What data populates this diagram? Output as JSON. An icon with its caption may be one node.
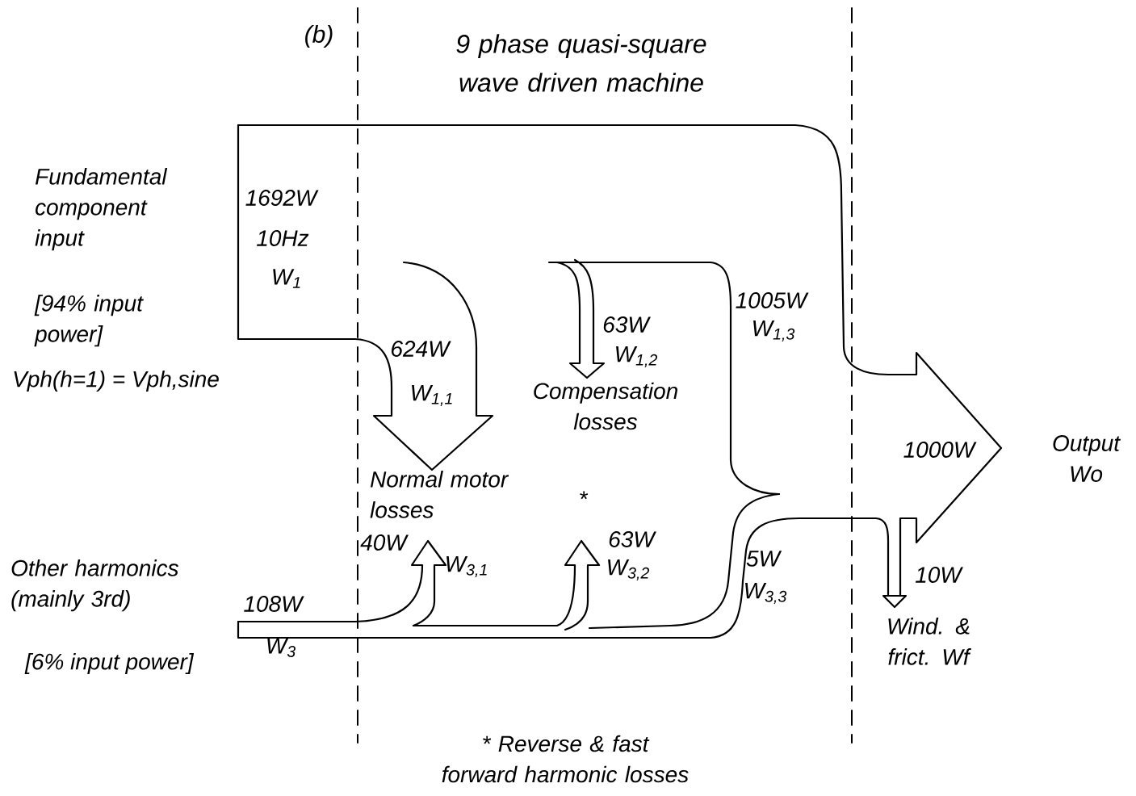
{
  "diagram": {
    "title": "9 phase quasi-square wave driven machine",
    "labels": [
      "(b)",
      "Fundamental component input",
      "1692W",
      "10Hz",
      "W$_{1}$",
      "[94% input power]",
      "624W",
      "63W",
      "W$_{1,2}$",
      "1005W",
      "W$_{1,3}$",
      "Vph(h=1) = Vph,sine",
      "W$_{1,1}$",
      "Compensation losses",
      "1000W",
      "Output Wo",
      "Normal motor losses",
      "*",
      "40W",
      "W$_{3,1}$",
      "63W",
      "W$_{3,2}$",
      "5W",
      "W$_{3,3}$",
      "Other harmonics (mainly 3rd)",
      "108W",
      "W$_{3}$",
      "10W",
      "Wind. & frict. Wf",
      "[6% input power]",
      "* Reverse & fast forward harmonic losses"
    ]
  }
}
